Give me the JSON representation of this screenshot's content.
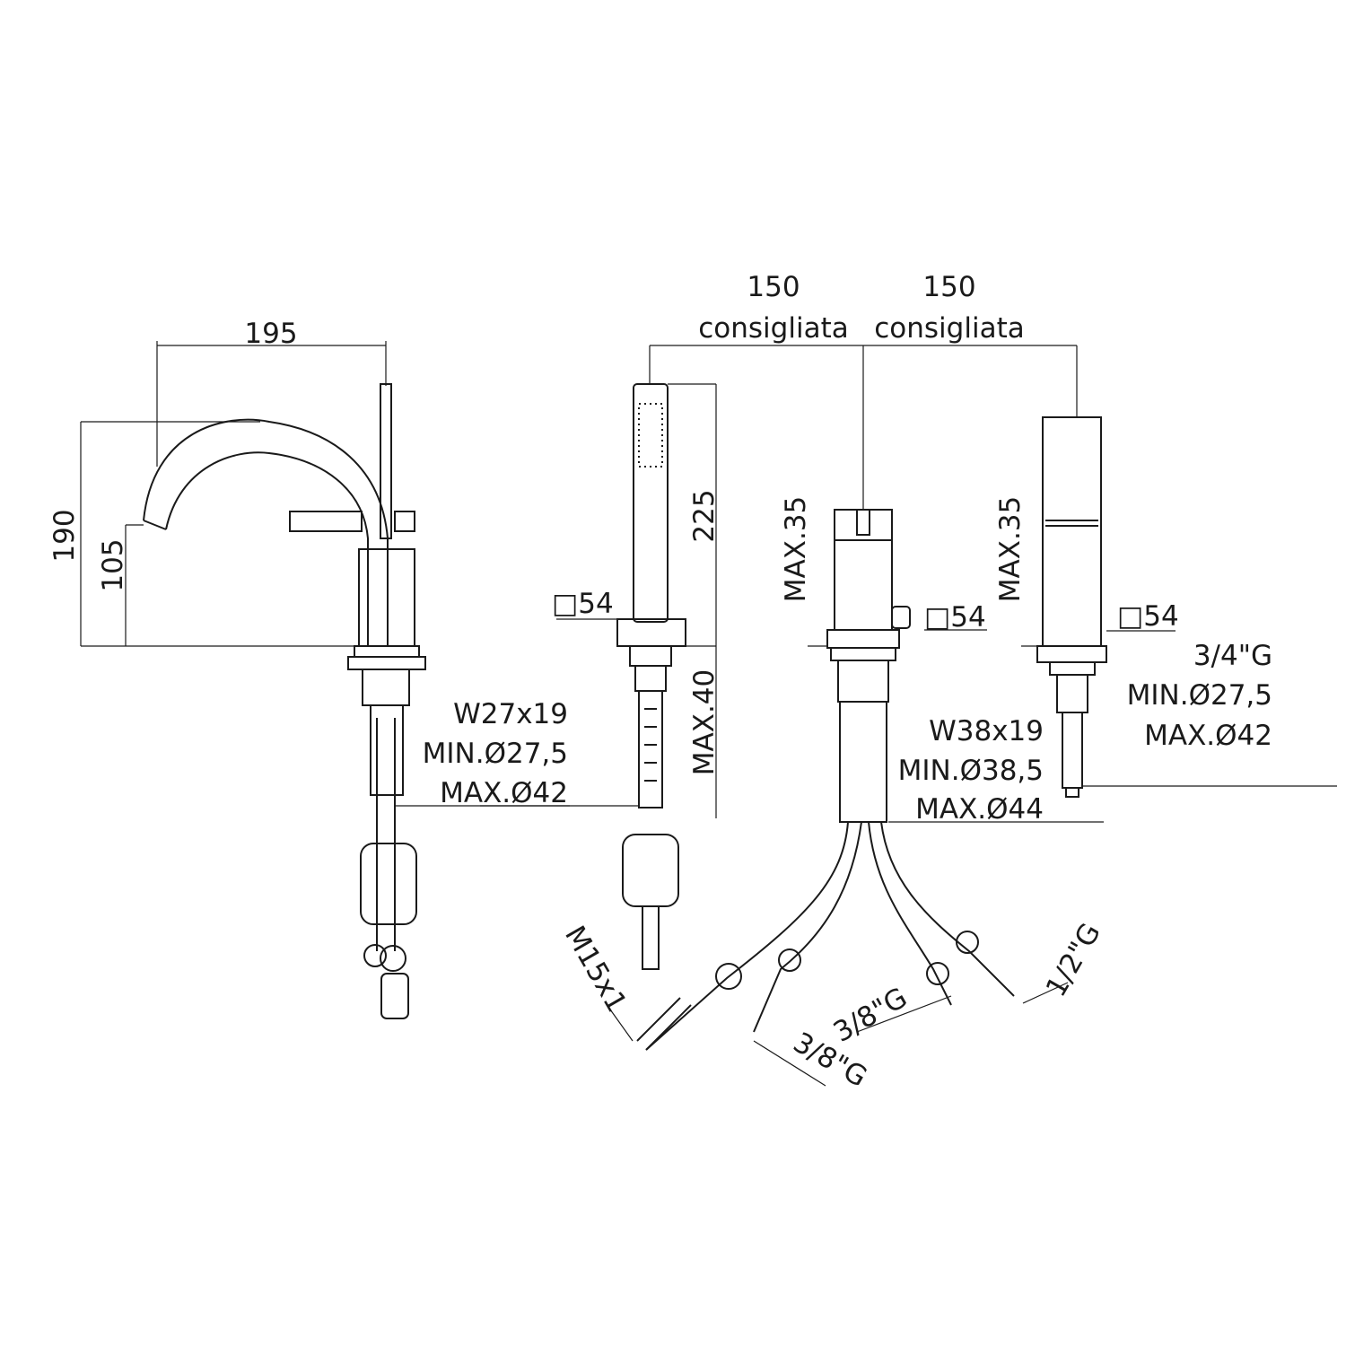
{
  "drawing": {
    "spout_mixer": {
      "width": "195",
      "height": "190",
      "spout_height": "105",
      "hole_spec": [
        "W27x19",
        "MIN.Ø27,5",
        "MAX.Ø42"
      ]
    },
    "hand_shower": {
      "height": "225",
      "base": "□54",
      "max_deck": "MAX.40",
      "hose_thread": "M15x1"
    },
    "diverter": {
      "spacing": "150",
      "spacing_note": "consigliata",
      "max_deck": "MAX.35",
      "base": "□54",
      "hole_spec": [
        "W38x19",
        "MIN.Ø38,5",
        "MAX.Ø44"
      ],
      "connections": [
        "3/8\"G",
        "3/8\"G",
        "1/2\"G"
      ]
    },
    "right_valve": {
      "spacing": "150",
      "spacing_note": "consigliata",
      "max_deck": "MAX.35",
      "base": "□54",
      "hole_spec": [
        "3/4\"G",
        "MIN.Ø27,5",
        "MAX.Ø42"
      ]
    }
  }
}
